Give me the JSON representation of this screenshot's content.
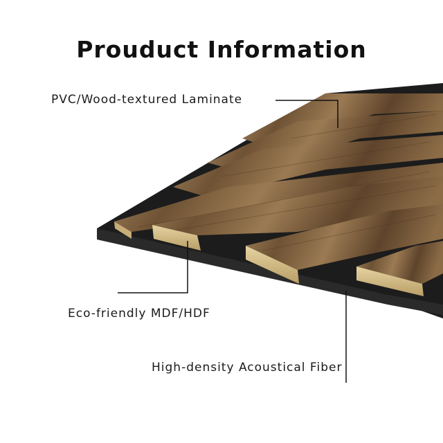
{
  "page": {
    "title": "Prouduct Information"
  },
  "callouts": {
    "laminate": "PVC/Wood-textured Laminate",
    "core": "Eco-friendly MDF/HDF",
    "backing": "High-density Acoustical Fiber"
  },
  "colors": {
    "wood_light": "#9a7a55",
    "wood_dark": "#5a4028",
    "mdf_edge": "#d8c28c",
    "felt": "#1c1c1c",
    "text": "#111111",
    "leader_line": "#111111"
  },
  "image": {
    "subject": "wood-slat-acoustic-panel-icon"
  }
}
